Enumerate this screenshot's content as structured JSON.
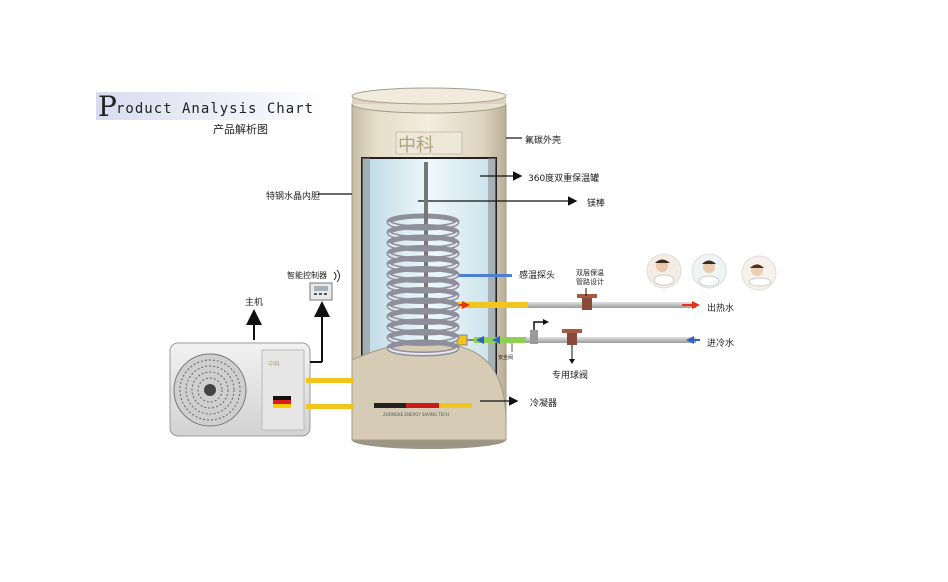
{
  "header": {
    "title_initial": "P",
    "title_rest": "roduct Analysis Chart",
    "subtitle": "产品解析图"
  },
  "labels": {
    "shell": "氟碳外壳",
    "insulation": "360度双重保温罐",
    "magnesium_rod": "镁棒",
    "inner_tank": "特钢水晶内胆",
    "temp_probe": "感温探头",
    "double_insulated_pipe_line1": "双层保温",
    "double_insulated_pipe_line2": "管路设计",
    "hot_water_out": "出热水",
    "cold_water_in": "进冷水",
    "dedicated_ball_valve": "专用球阀",
    "condenser": "冷凝器",
    "main_unit": "主机",
    "smart_controller": "智能控制器",
    "safety_valve": "安全阀",
    "brand_text": "中科"
  },
  "colors": {
    "hot_pipe": "#f2c51e",
    "cold_pipe": "#8fd14f",
    "hot_arrow": "#e8311c",
    "cold_arrow": "#2c62c8",
    "tank_body": "#d9cfb9",
    "glass": "#d7ecf5",
    "german_flag_black": "#111111",
    "german_flag_red": "#dd1c1c",
    "german_flag_gold": "#ffcc00"
  }
}
